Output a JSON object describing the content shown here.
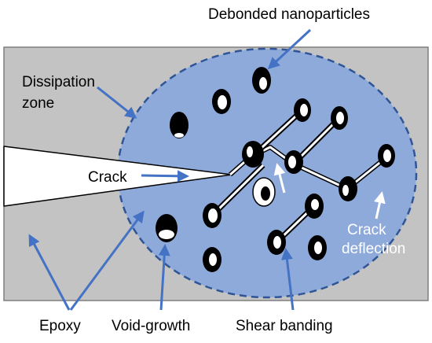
{
  "labels": {
    "debonded": "Debonded nanoparticles",
    "dissipation_line1": "Dissipation",
    "dissipation_line2": "zone",
    "crack": "Crack",
    "crack_deflection_line1": "Crack",
    "crack_deflection_line2": "deflection",
    "epoxy": "Epoxy",
    "void_growth": "Void-growth",
    "shear_banding": "Shear banding"
  },
  "colors": {
    "epoxy": "#c3c3c3",
    "zone": "#8eaadb",
    "zone_border": "#2f5597",
    "arrow": "#4472c4",
    "particle": "#000000",
    "band": "#ffffff"
  }
}
